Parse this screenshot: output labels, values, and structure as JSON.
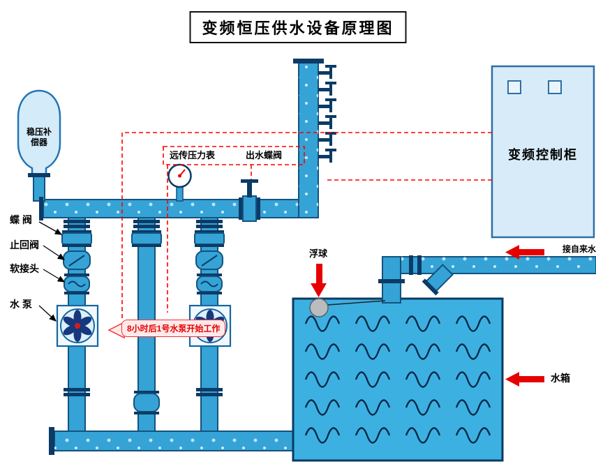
{
  "title": "变频恒压供水设备原理图",
  "labels": {
    "stabilizer": "稳压补偿器",
    "butterfly_valve": "蝶 阀",
    "check_valve": "止回阀",
    "soft_joint": "软接头",
    "pump": "水 泵",
    "remote_gauge": "远传压力表",
    "outlet_valve": "出水蝶阀",
    "cabinet": "变频控制柜",
    "float_ball": "浮球",
    "tap_water": "接自来水",
    "water_tank": "水箱",
    "note": "8小时后1号水泵开始工作"
  },
  "colors": {
    "pipe_fill": "#35a3d6",
    "pipe_stroke": "#14527e",
    "flange": "#0b3b66",
    "tank_fill": "#3db0e2",
    "tank_border": "#0a3a63",
    "wave": "#072a47",
    "cabinet_fill": "#d7ecf8",
    "cabinet_stroke": "#2e6da8",
    "control_line": "#ff0000",
    "arrow": "#e60000",
    "impeller": "#16387f",
    "float": "#b8bcbe",
    "note_text": "#e60000",
    "label_text": "#000000"
  }
}
